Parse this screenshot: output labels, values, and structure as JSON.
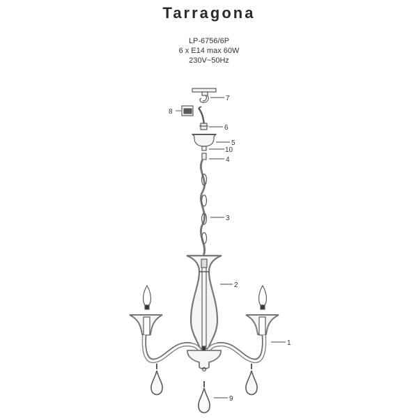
{
  "title": "Tarragona",
  "specs": {
    "model": "LP-6756/6P",
    "bulbs": "6 x E14 max 60W",
    "voltage": "230V~50Hz"
  },
  "parts": [
    {
      "id": "1",
      "label": "1"
    },
    {
      "id": "2",
      "label": "2"
    },
    {
      "id": "3",
      "label": "3"
    },
    {
      "id": "4",
      "label": "4"
    },
    {
      "id": "5",
      "label": "5"
    },
    {
      "id": "6",
      "label": "6"
    },
    {
      "id": "7",
      "label": "7"
    },
    {
      "id": "8",
      "label": "8"
    },
    {
      "id": "9",
      "label": "9"
    },
    {
      "id": "10",
      "label": "10"
    }
  ],
  "colors": {
    "line": "#555555",
    "light_fill": "#f4f4f4"
  }
}
